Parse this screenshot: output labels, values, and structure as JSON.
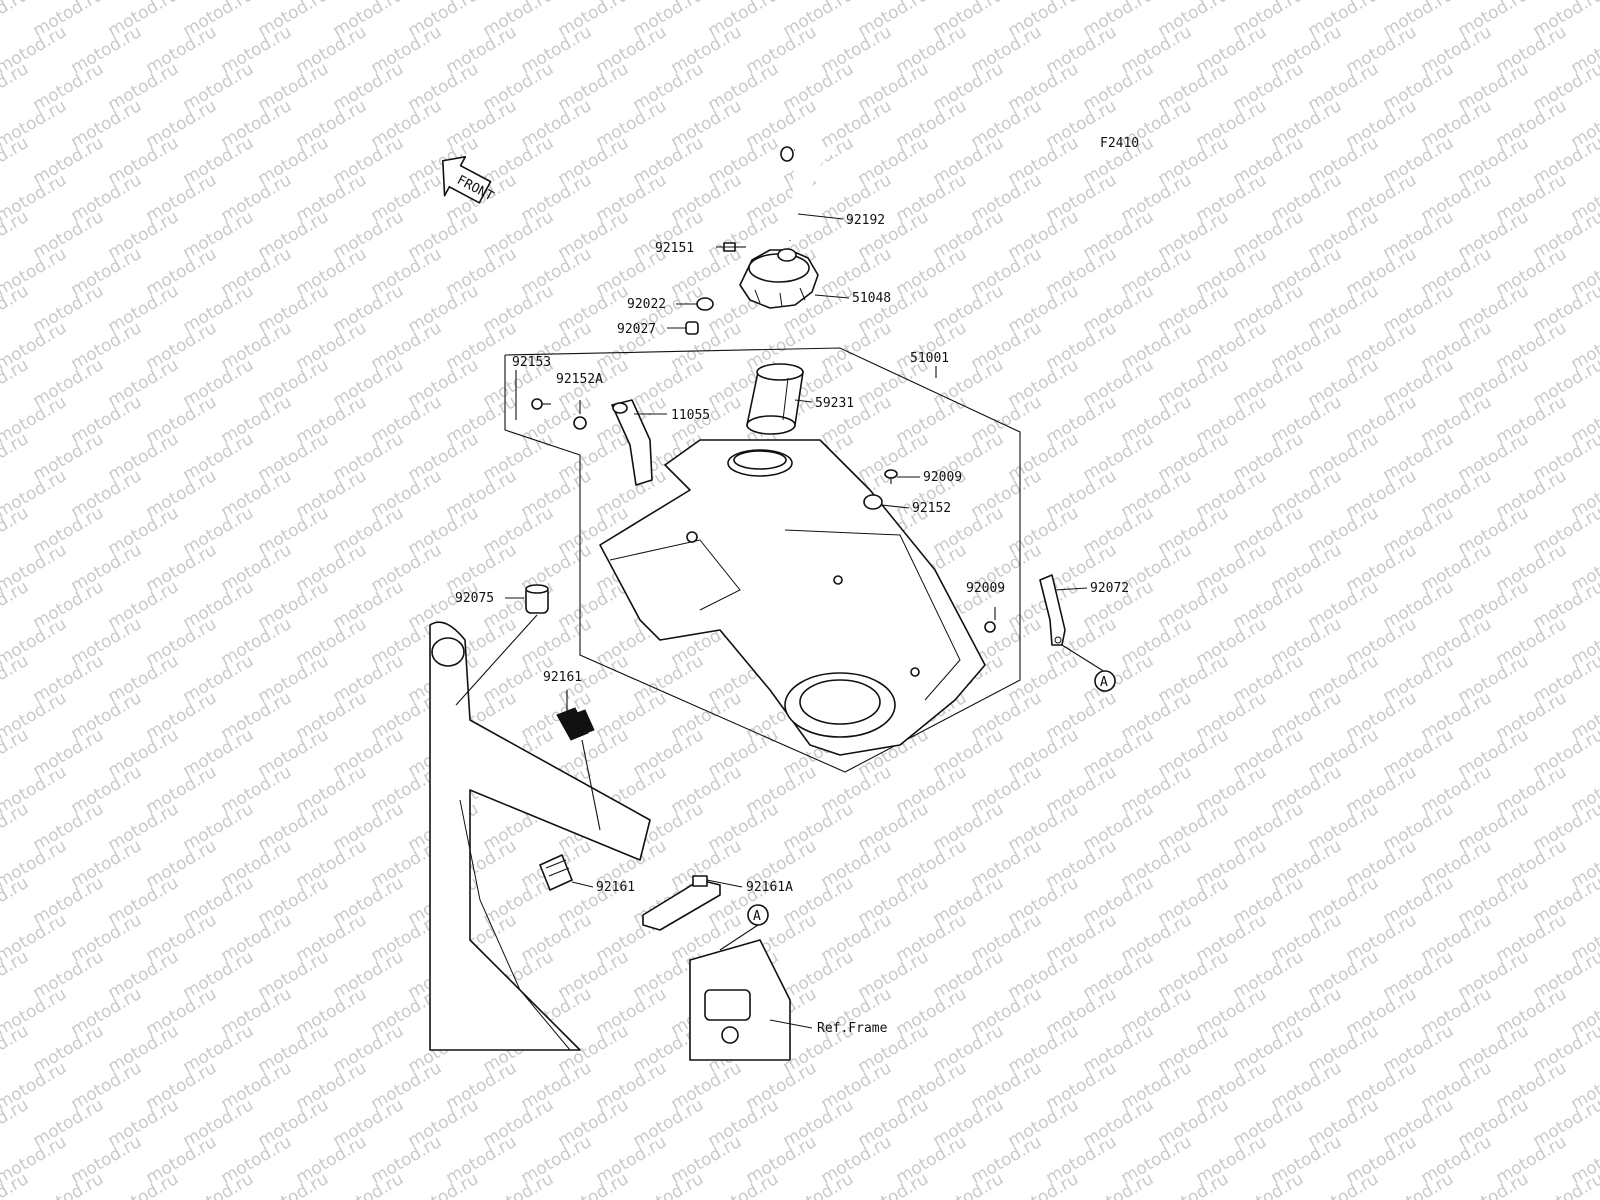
{
  "diagram": {
    "figure_code": "F2410",
    "front_label": "FRONT",
    "watermark": "motod.ru",
    "ref_frame_label": "Ref.Frame",
    "view_marker": "A",
    "parts": [
      {
        "id": "p92192",
        "number": "92192"
      },
      {
        "id": "p92151",
        "number": "92151"
      },
      {
        "id": "p51048",
        "number": "51048"
      },
      {
        "id": "p92022",
        "number": "92022"
      },
      {
        "id": "p92027",
        "number": "92027"
      },
      {
        "id": "p51001",
        "number": "51001"
      },
      {
        "id": "p92153",
        "number": "92153"
      },
      {
        "id": "p92152A",
        "number": "92152A"
      },
      {
        "id": "p11055",
        "number": "11055"
      },
      {
        "id": "p59231",
        "number": "59231"
      },
      {
        "id": "p92009a",
        "number": "92009"
      },
      {
        "id": "p92152",
        "number": "92152"
      },
      {
        "id": "p92009b",
        "number": "92009"
      },
      {
        "id": "p92072",
        "number": "92072"
      },
      {
        "id": "p92075",
        "number": "92075"
      },
      {
        "id": "p92161a",
        "number": "92161"
      },
      {
        "id": "p92161b",
        "number": "92161"
      },
      {
        "id": "p92161A",
        "number": "92161A"
      }
    ]
  }
}
